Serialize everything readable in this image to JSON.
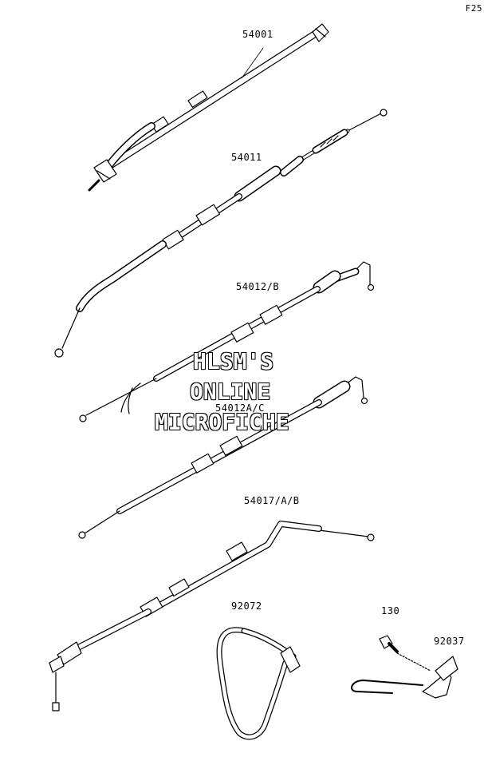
{
  "page_ref": "F25",
  "parts": [
    {
      "id": "54001"
    },
    {
      "id": "54011"
    },
    {
      "id": "54012/B"
    },
    {
      "id": "54012A/C"
    },
    {
      "id": "54017/A/B"
    },
    {
      "id": "92072"
    },
    {
      "id": "130"
    },
    {
      "id": "92037"
    }
  ],
  "watermark": {
    "line1": "HLSM'S",
    "line2": "ONLINE",
    "line3": "MICROFICHE"
  }
}
